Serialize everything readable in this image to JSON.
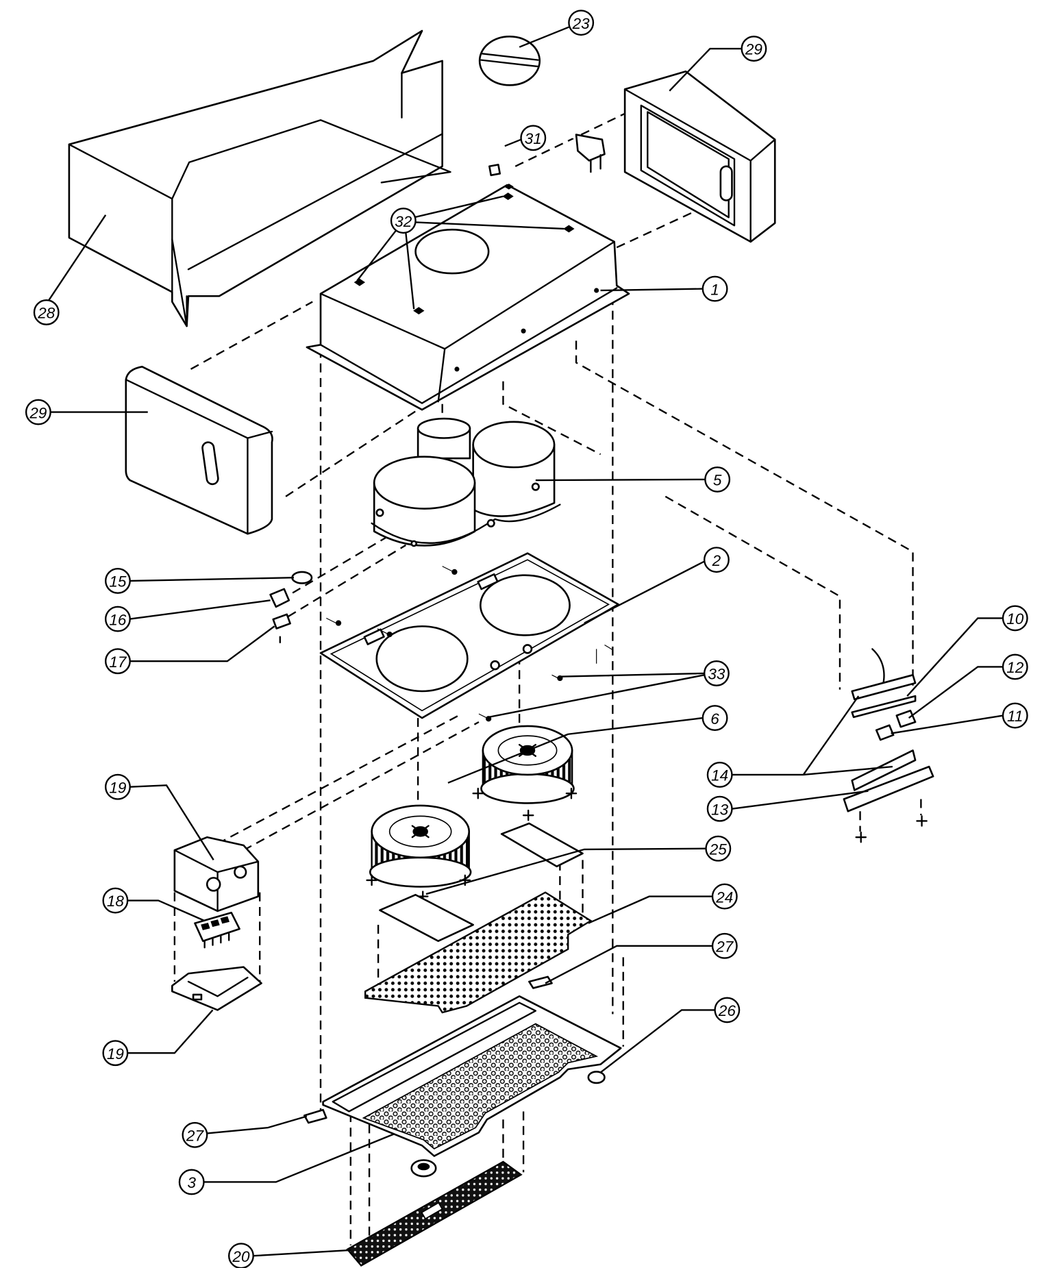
{
  "diagram": {
    "callouts": [
      "23",
      "29",
      "31",
      "32",
      "28",
      "1",
      "29",
      "5",
      "15",
      "2",
      "16",
      "17",
      "33",
      "10",
      "12",
      "11",
      "6",
      "14",
      "13",
      "19",
      "25",
      "18",
      "24",
      "27",
      "26",
      "19",
      "27",
      "3",
      "20"
    ]
  },
  "colors": {
    "line": "#000000",
    "background": "#ffffff"
  }
}
